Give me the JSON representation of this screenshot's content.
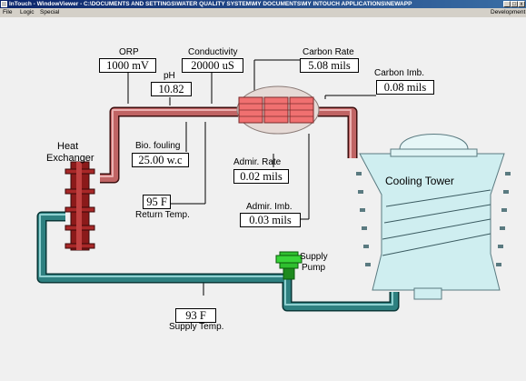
{
  "window": {
    "title": "InTouch - WindowViewer - C:\\DOCUMENTS AND SETTINGS\\WATER QUALITY SYSTEM\\MY DOCUMENTS\\MY INTOUCH APPLICATIONS\\NEWAPP",
    "minimize": "_",
    "maximize": "□",
    "close": "x"
  },
  "menu": {
    "file": "File",
    "logic": "Logic",
    "special": "Special",
    "development": "Development"
  },
  "process": {
    "orp": {
      "label": "ORP",
      "value": "1000 mV"
    },
    "conductivity": {
      "label": "Conductivity",
      "value": "20000 uS"
    },
    "ph": {
      "label": "pH",
      "value": "10.82"
    },
    "carbon_rate": {
      "label": "Carbon Rate",
      "value": "5.08 mils"
    },
    "carbon_imb": {
      "label": "Carbon Imb.",
      "value": "0.08 mils"
    },
    "heat_exchanger": {
      "label_line1": "Heat",
      "label_line2": "Exchanger"
    },
    "bio_fouling": {
      "label": "Bio. fouling",
      "value": "25.00 w.c"
    },
    "return_temp": {
      "label": "Return Temp.",
      "value": "95 F"
    },
    "admir_rate": {
      "label": "Admir. Rate",
      "value": "0.02 mils"
    },
    "admir_imb": {
      "label": "Admir. Imb.",
      "value": "0.03 mils"
    },
    "cooling_tower": {
      "label": "Cooling Tower"
    },
    "supply_pump": {
      "label_line1": "Supply",
      "label_line2": "Pump"
    },
    "supply_temp": {
      "label": "Supply Temp.",
      "value": "93 F"
    }
  },
  "colors": {
    "return_pipe": "#c06464",
    "supply_pipe": "#2e8080",
    "heat_exchanger": "#8b1a1a",
    "tower": "#cfeef0",
    "pump": "#2fbf2f",
    "probe_housing": "#e6dad6"
  }
}
